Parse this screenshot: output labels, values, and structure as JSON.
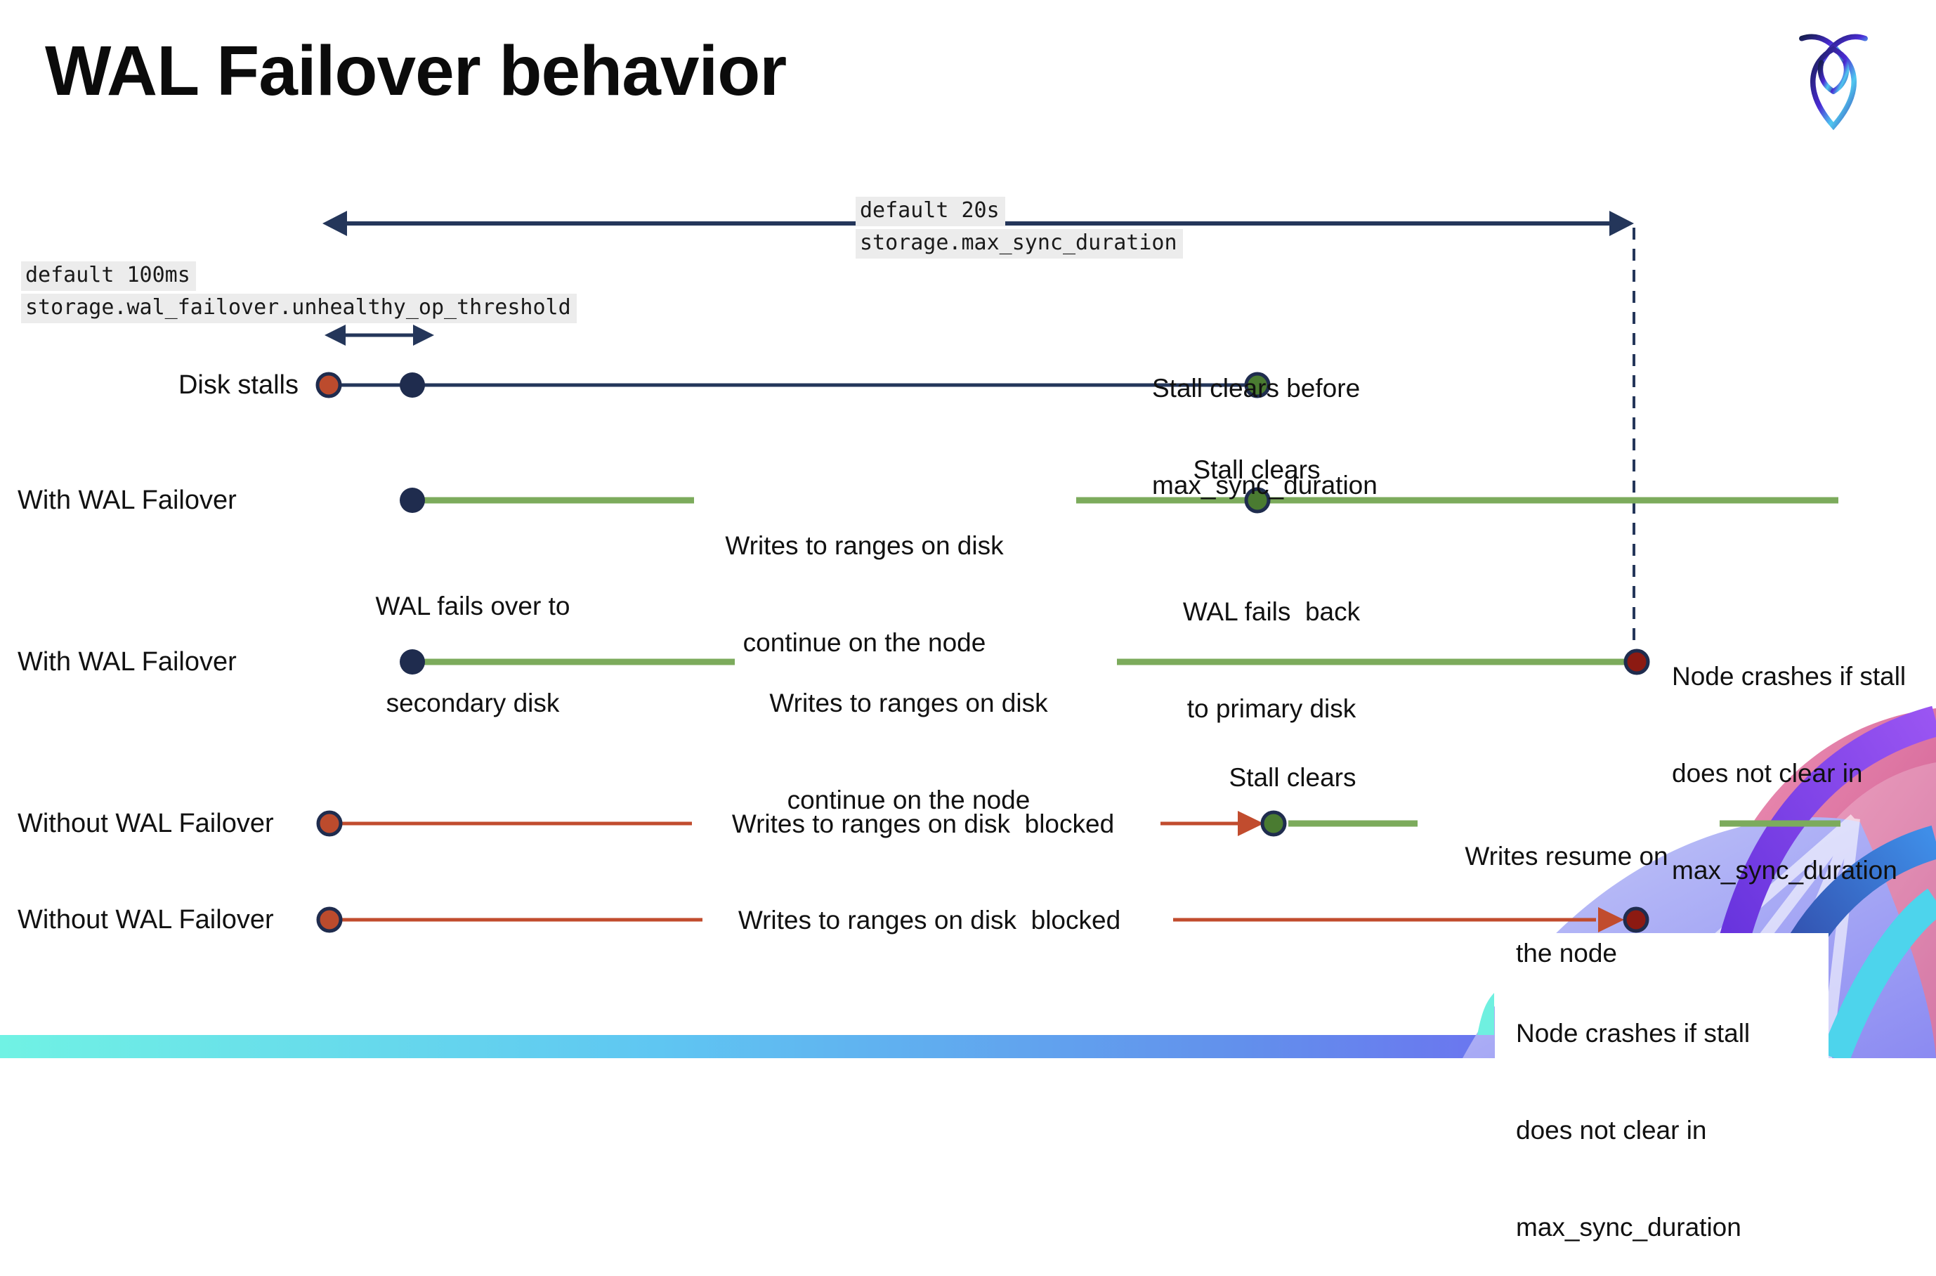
{
  "header": {
    "title": "WAL Failover behavior",
    "logo": "cockroachdb-mark"
  },
  "settings": {
    "unhealthy_op_threshold": {
      "default_label": "default 100ms",
      "setting_name": "storage.wal_failover.unhealthy_op_threshold"
    },
    "max_sync_duration": {
      "default_label": "default 20s",
      "setting_name": "storage.max_sync_duration"
    }
  },
  "rows": [
    {
      "label": "Disk stalls"
    },
    {
      "label": "With WAL Failover"
    },
    {
      "label": "With WAL Failover"
    },
    {
      "label": "Without WAL Failover"
    },
    {
      "label": "Without WAL Failover"
    }
  ],
  "notes": {
    "stall_clears_before": {
      "line1": "Stall clears before",
      "line2": "max_sync_duration"
    },
    "writes_continue": {
      "line1": "Writes to ranges on disk",
      "line2": "continue on the node"
    },
    "fails_over": {
      "line1": "WAL fails over to",
      "line2": "secondary disk"
    },
    "stall_clears": "Stall clears",
    "fails_back": {
      "line1": "WAL fails  back",
      "line2": "to primary disk"
    },
    "node_crash": {
      "line1": "Node crashes if stall",
      "line2": "does not clear in",
      "line3": "max_sync_duration"
    },
    "writes_blocked": "Writes to ranges on disk  blocked",
    "writes_resume": {
      "line1": "Writes resume on",
      "line2": "the node"
    }
  },
  "colors": {
    "navy": "#24365a",
    "navy_dot": "#1f2c4e",
    "green_line": "#7cab5c",
    "green_dot": "#4a7b31",
    "red_line": "#c14c2e",
    "red_dot": "#bc4b2d",
    "dark_red_dot": "#8c1a12",
    "chip_bg": "#ececec",
    "footer_gradient_left": "#70f2e4",
    "footer_gradient_right": "#6d6ff0"
  }
}
